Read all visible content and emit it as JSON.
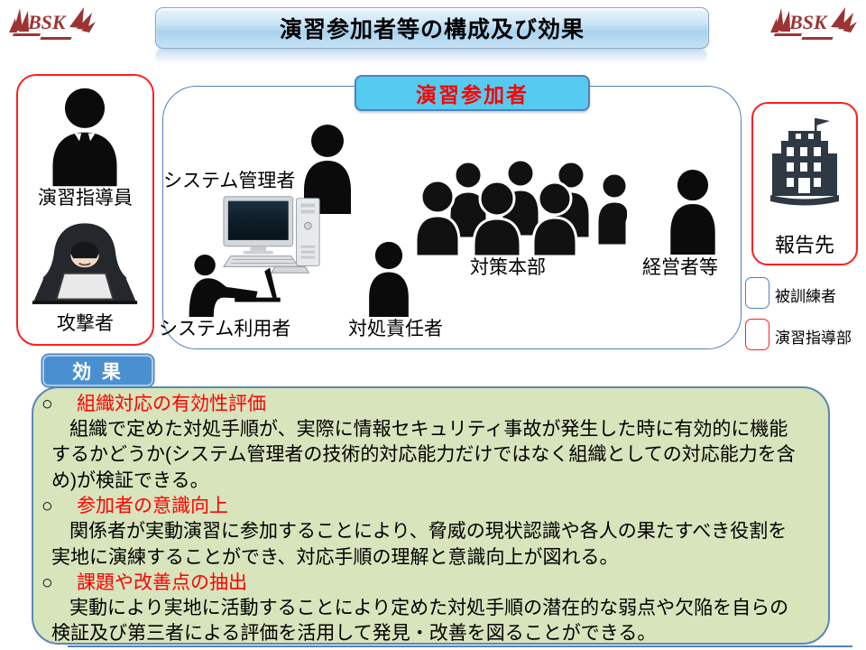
{
  "brand": {
    "logo_text": "BSK",
    "logo_color": "#9c3434"
  },
  "header": {
    "title": "演習参加者等の構成及び効果"
  },
  "instructor_panel": {
    "instructor_label": "演習指導員",
    "attacker_label": "攻撃者"
  },
  "participants": {
    "tag_label": "演習参加者",
    "system_admin_label": "システム管理者",
    "system_user_label": "システム利用者",
    "response_manager_label": "対処責任者",
    "taskforce_label": "対策本部",
    "executives_label": "経営者等"
  },
  "report": {
    "label": "報告先"
  },
  "legend": {
    "trainee": {
      "label": "被訓練者",
      "border_color": "#4f81bd"
    },
    "instruction_dept": {
      "label": "演習指導部",
      "border_color": "#ff1f1f"
    }
  },
  "effects": {
    "tag_label": "効 果",
    "bullet_glyph": "○",
    "items": [
      {
        "heading": "組織対応の有効性評価",
        "body": "組織で定めた対処手順が、実際に情報セキュリティ事故が発生した時に有効的に機能するかどうか(システム管理者の技術的対応能力だけではなく組織としての対応能力を含め)が検証できる。"
      },
      {
        "heading": "参加者の意識向上",
        "body": "関係者が実動演習に参加することにより、脅威の現状認識や各人の果たすべき役割を実地に演練することができ、対応手順の理解と意識向上が図れる。"
      },
      {
        "heading": "課題や改善点の抽出",
        "body": "実動により実地に活動することにより定めた対処手順の潜在的な弱点や欠陥を自らの検証及び第三者による評価を活用して発見・改善を図ることができる。"
      }
    ]
  },
  "colors": {
    "accent_blue": "#4f81bd",
    "tag_cyan": "#55cbf2",
    "effects_tag_blue": "#4a90d0",
    "panel_red": "#ff1f1f",
    "green_fill": "#d7e4bc",
    "heading_red": "#ff0000"
  }
}
